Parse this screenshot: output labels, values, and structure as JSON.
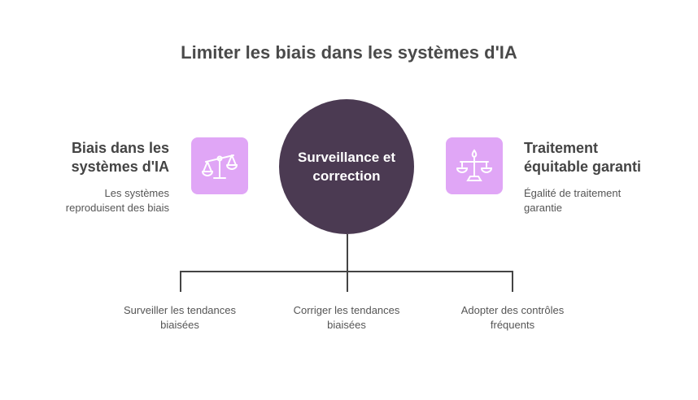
{
  "title": "Limiter les biais dans les systèmes d'IA",
  "center": {
    "line1": "Surveillance et",
    "line2": "correction"
  },
  "left": {
    "heading_l1": "Biais dans les",
    "heading_l2": "systèmes d'IA",
    "desc_l1": "Les systèmes",
    "desc_l2": "reproduisent des biais",
    "icon": "unbalanced-scale-icon"
  },
  "right": {
    "heading_l1": "Traitement",
    "heading_l2": "équitable garanti",
    "desc_l1": "Égalité de traitement",
    "desc_l2": "garantie",
    "icon": "balanced-scale-icon"
  },
  "branches": [
    {
      "l1": "Surveiller les tendances",
      "l2": "biaisées"
    },
    {
      "l1": "Corriger les tendances",
      "l2": "biaisées"
    },
    {
      "l1": "Adopter des contrôles",
      "l2": "fréquents"
    }
  ],
  "colors": {
    "center": "#4b3a52",
    "icon_bg": "#e0a6f6"
  }
}
